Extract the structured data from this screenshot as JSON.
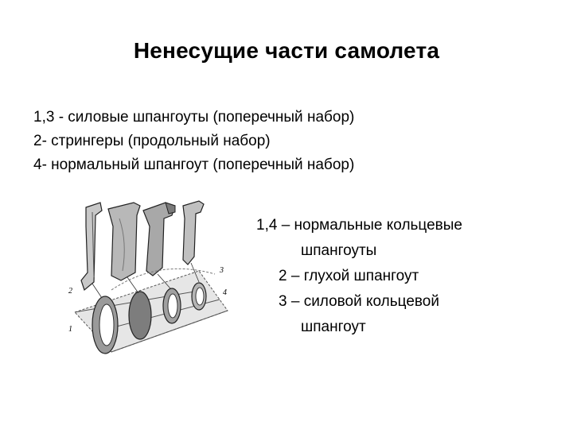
{
  "title": "Ненесущие части самолета",
  "legend_top": [
    "1,3 - силовые шпангоуты (поперечный набор)",
    "2- стрингеры (продольный набор)",
    "4- нормальный шпангоут (поперечный набор)"
  ],
  "legend_right": {
    "line1": "1,4 – нормальные кольцевые",
    "line2": "шпангоуты",
    "line3": "2 – глухой шпангоут",
    "line4": "3 – силовой кольцевой",
    "line5": "шпангоут"
  },
  "figure": {
    "labels": [
      "1",
      "2",
      "3",
      "4"
    ]
  }
}
